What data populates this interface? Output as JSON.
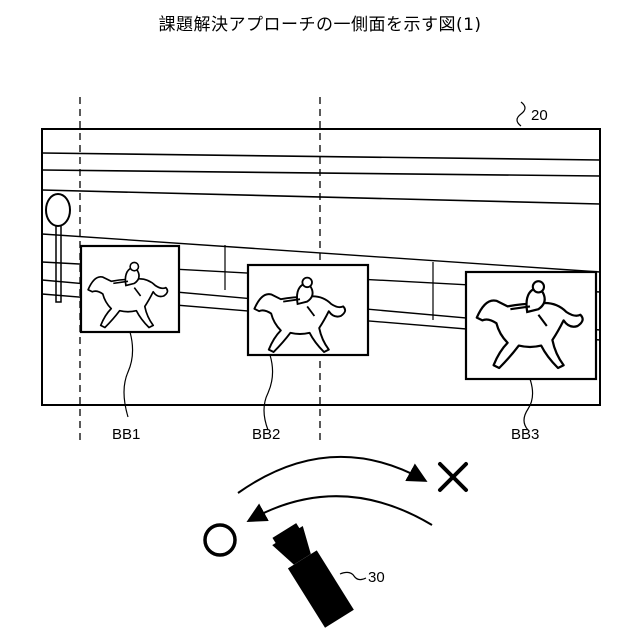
{
  "title": "課題解決アプローチの一側面を示す図(1)",
  "ref_screen": "20",
  "ref_camera": "30",
  "boxes": [
    {
      "label": "BB1"
    },
    {
      "label": "BB2"
    },
    {
      "label": "BB3"
    }
  ],
  "marks": {
    "good": "circle",
    "bad": "cross"
  }
}
